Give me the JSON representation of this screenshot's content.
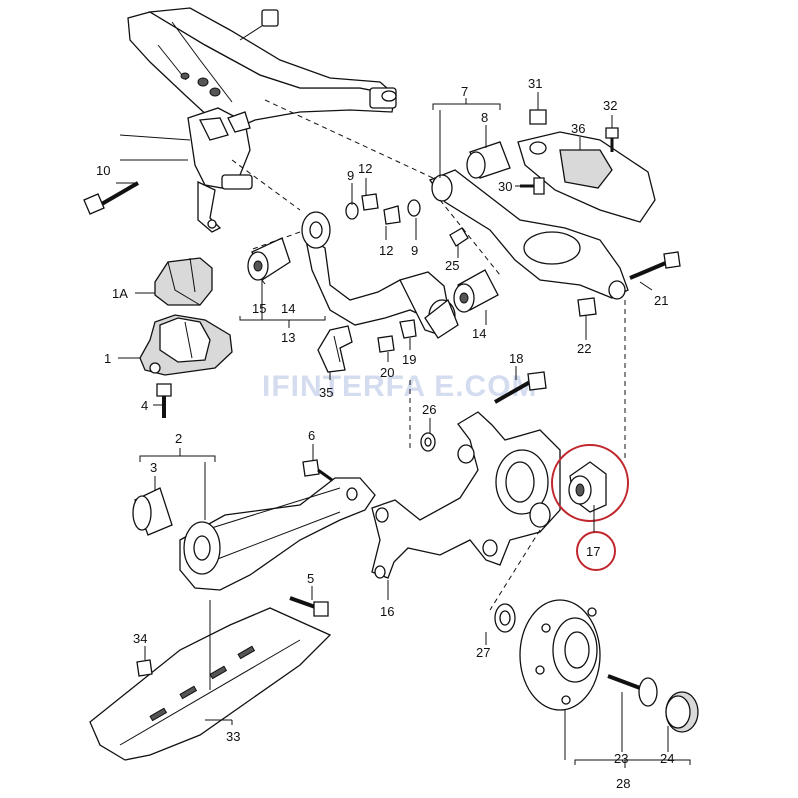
{
  "watermark": "IFINTERFA E.COM",
  "callouts": {
    "c1": "1",
    "c1a": "1A",
    "c2": "2",
    "c3": "3",
    "c4": "4",
    "c5": "5",
    "c6": "6",
    "c7": "7",
    "c8": "8",
    "c9a": "9",
    "c9b": "9",
    "c10": "10",
    "c12a": "12",
    "c12b": "12",
    "c13": "13",
    "c14a": "14",
    "c14b": "14",
    "c15": "15",
    "c16": "16",
    "c17": "17",
    "c18": "18",
    "c19": "19",
    "c20": "20",
    "c21": "21",
    "c22": "22",
    "c23": "23",
    "c24": "24",
    "c25": "25",
    "c26": "26",
    "c27": "27",
    "c28": "28",
    "c30": "30",
    "c31": "31",
    "c32": "32",
    "c33": "33",
    "c34": "34",
    "c35": "35",
    "c36": "36"
  },
  "highlight": {
    "part": "17",
    "color": "#c0272d"
  }
}
